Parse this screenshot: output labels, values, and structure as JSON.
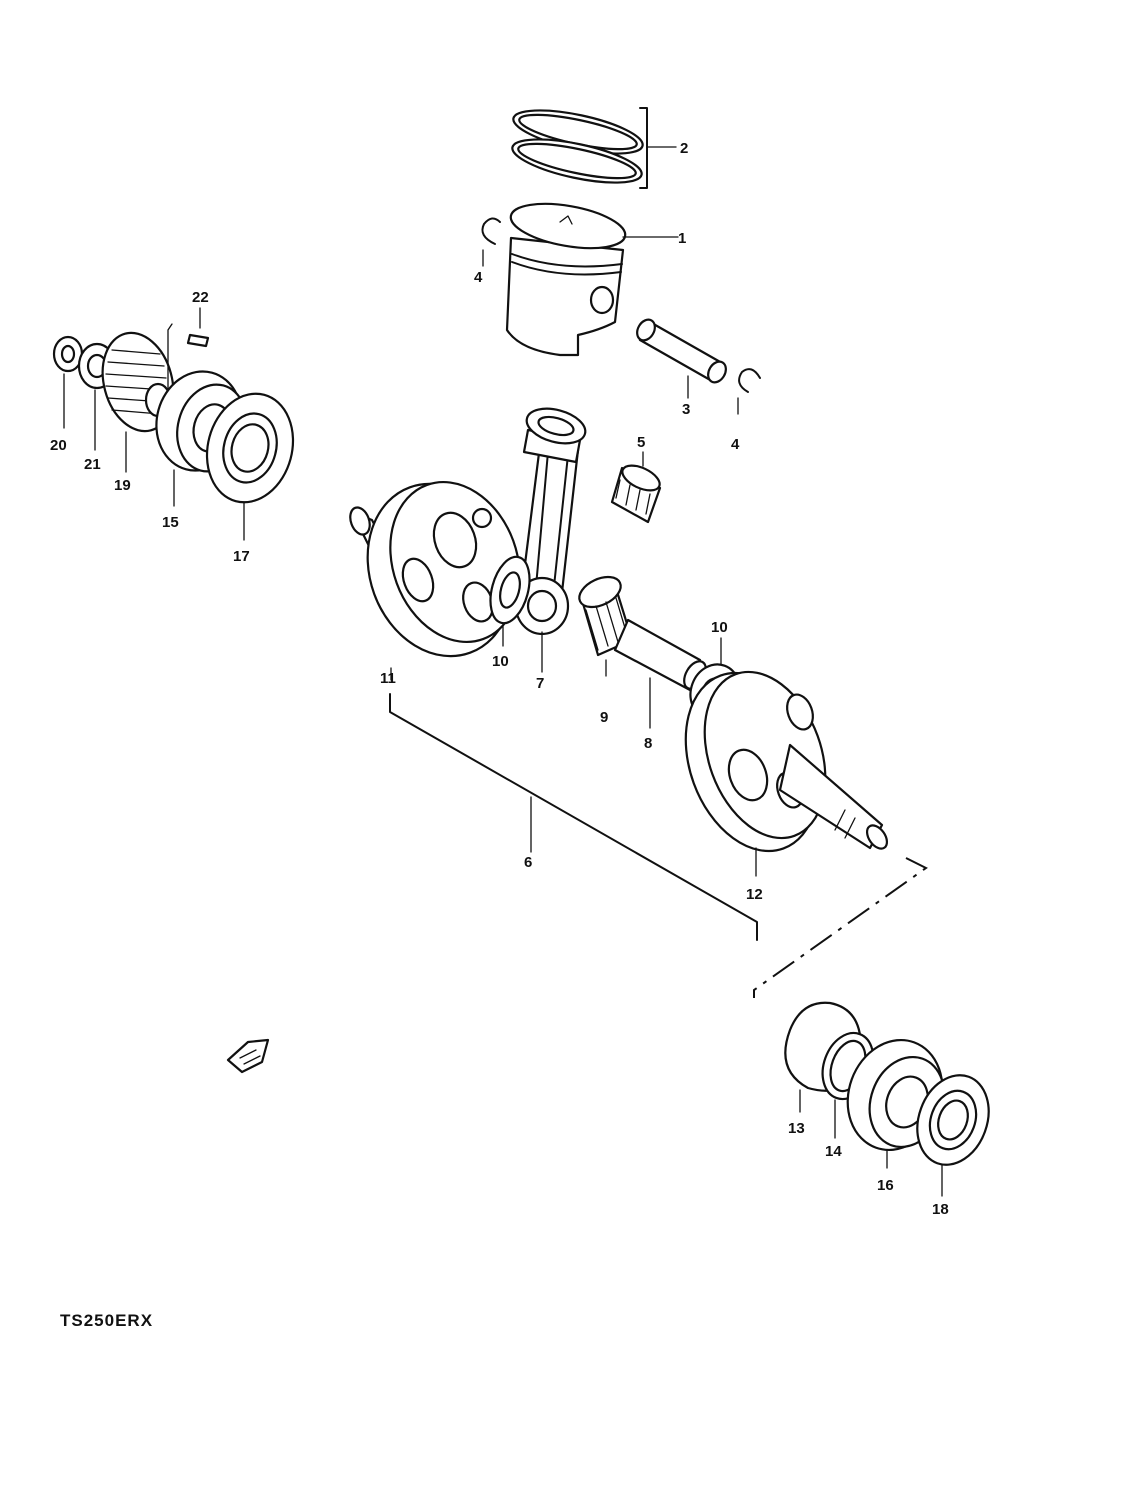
{
  "model_code": "TS250ERX",
  "callouts": [
    "1",
    "2",
    "3",
    "4",
    "4",
    "5",
    "6",
    "7",
    "8",
    "9",
    "10",
    "10",
    "11",
    "12",
    "13",
    "14",
    "15",
    "16",
    "17",
    "18",
    "19",
    "20",
    "21",
    "22"
  ]
}
